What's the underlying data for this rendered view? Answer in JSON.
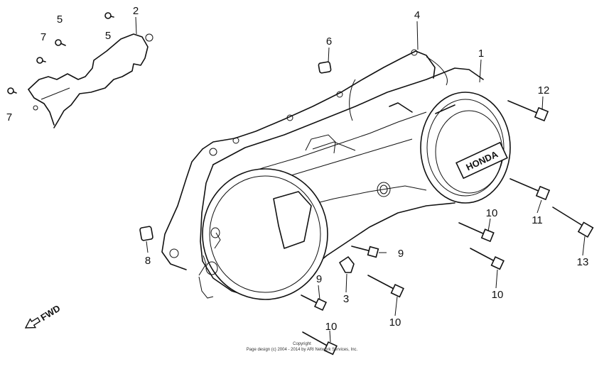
{
  "diagram": {
    "callouts": [
      {
        "id": "c1",
        "text": "1"
      },
      {
        "id": "c2",
        "text": "2"
      },
      {
        "id": "c3",
        "text": "3"
      },
      {
        "id": "c4",
        "text": "4"
      },
      {
        "id": "c5a",
        "text": "5"
      },
      {
        "id": "c5b",
        "text": "5"
      },
      {
        "id": "c6",
        "text": "6"
      },
      {
        "id": "c7a",
        "text": "7"
      },
      {
        "id": "c7b",
        "text": "7"
      },
      {
        "id": "c8",
        "text": "8"
      },
      {
        "id": "c9a",
        "text": "9"
      },
      {
        "id": "c9b",
        "text": "9"
      },
      {
        "id": "c10a",
        "text": "10"
      },
      {
        "id": "c10b",
        "text": "10"
      },
      {
        "id": "c10c",
        "text": "10"
      },
      {
        "id": "c10d",
        "text": "10"
      },
      {
        "id": "c11",
        "text": "11"
      },
      {
        "id": "c12",
        "text": "12"
      },
      {
        "id": "c13",
        "text": "13"
      }
    ],
    "direction_label": "FWD",
    "emblem_text": "HONDA",
    "copyright_line1": "Copyright",
    "copyright_line2": "Page design (c) 2004 - 2014 by ARI Network Services, Inc."
  }
}
